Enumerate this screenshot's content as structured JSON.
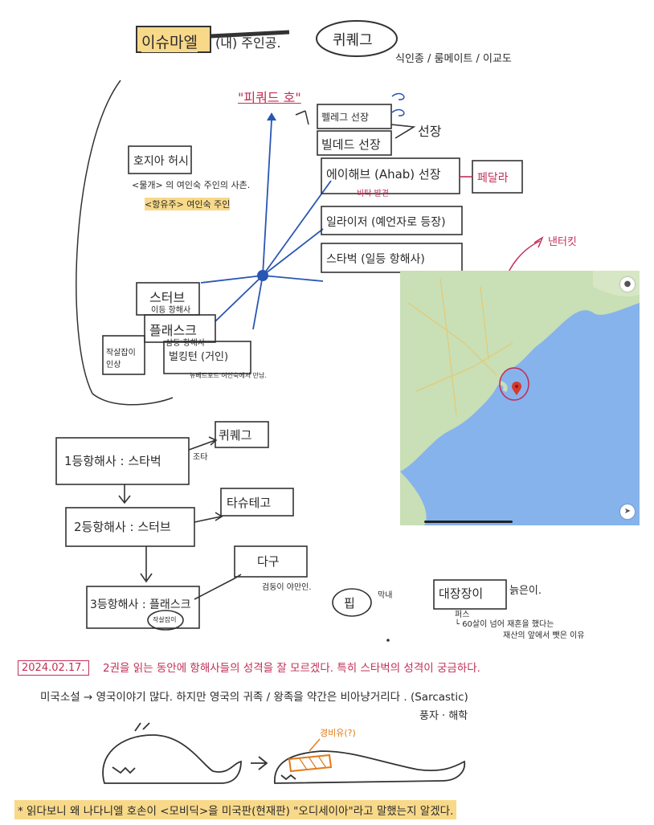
{
  "title": {
    "main": "이슈마엘",
    "role": "(내) 주인공.",
    "queequeg": "퀴퀘그",
    "queequeg_desc": "식인종 / 룸메이트 / 이교도"
  },
  "mindmap": {
    "pequod": "\"피쿼드 호\"",
    "captain": "선장",
    "cap_peleg": "펠레그 선장",
    "cap_bildad": "빌데드 선장",
    "ahab": "에이해브 (Ahab) 선장",
    "ahab_note": "비탁 발견",
    "pedalah": "페달라",
    "ilaija": "일라이저 (예언자로 등장)",
    "starbuck": "스타벅 (일등 항해사)",
    "hosea": "호지아 허시",
    "hosea_note1": "<물개> 의 여인숙 주인의 사촌.",
    "hosea_note2": "<항유주> 여인숙 주인",
    "stub": "스터브",
    "stub_note": "이등 항해사",
    "flask": "플래스크",
    "flask_note": "삼등 항해사",
    "harpooners": "작살잡이 인상",
    "bulkington": "벌킹턴 (거인)",
    "bulkington_note": "뉴베드포드 여인숙에서 만남."
  },
  "map": {
    "label": "낸터킷"
  },
  "chart": {
    "first_mate": "1등항해사 : 스타벅",
    "first_link": "조타",
    "queequeg": "퀴퀘그",
    "second_mate": "2등항해사 : 스터브",
    "tashtego": "타슈테고",
    "third_mate": "3등항해사 : 플래스크",
    "third_note": "작살잡이",
    "daggoo": "다구",
    "daggoo_note": "검둥이 야만인.",
    "fip": "핍",
    "fip_note": "막내",
    "harpoon_box": "대장장이",
    "harpoon_name": "퍼스",
    "harpoon_desc": "늙은이.",
    "harpoon_note1": "└ 60살이 넘어 재혼을 했다는",
    "harpoon_note2": "재산의 앞에서 뺏은 이유"
  },
  "review": {
    "date": "2024.02.17.",
    "line1": "2권을 읽는 동안에 항해사들의 성격을 잘 모르겠다. 특히 스타벅의 성격이 궁금하다.",
    "line2": "미국소설 → 영국이야기 많다. 하지만 영국의 귀족 / 왕족을 약간은 비아냥거리다 . (Sarcastic)",
    "line2_note": "풍자 · 해학",
    "whale_note": "경비유(?)",
    "final": "* 읽다보니 왜 나다니엘 호손이 <모비딕>을 미국판(현재판) \"오디세이아\"라고 말했는지 알겠다."
  }
}
